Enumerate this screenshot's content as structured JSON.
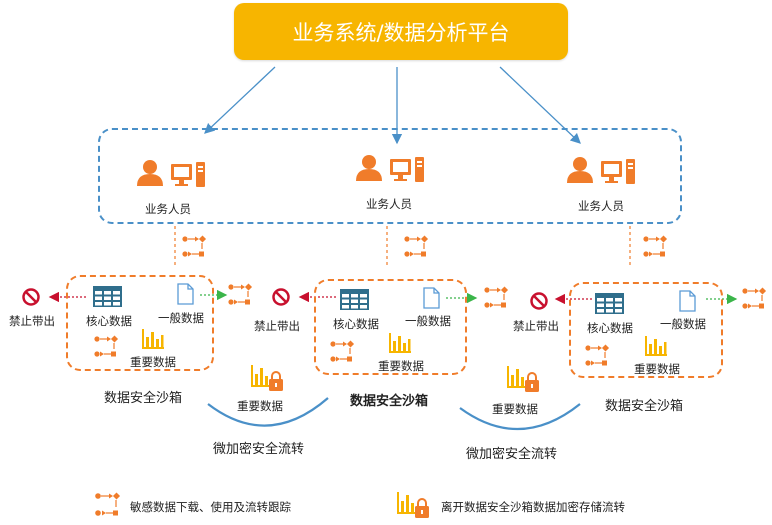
{
  "platform": {
    "title": "业务系统/数据分析平台"
  },
  "users": [
    {
      "label": "业务人员"
    },
    {
      "label": "业务人员"
    },
    {
      "label": "业务人员"
    }
  ],
  "sandboxes": [
    {
      "core": "核心数据",
      "general": "一般数据",
      "important": "重要数据",
      "forbid": "禁止带出",
      "name": "数据安全沙箱"
    },
    {
      "core": "核心数据",
      "general": "一般数据",
      "important": "重要数据",
      "forbid": "禁止带出",
      "name": "数据安全沙箱"
    },
    {
      "core": "核心数据",
      "general": "一般数据",
      "important": "重要数据",
      "forbid": "禁止带出",
      "name": "数据安全沙箱"
    }
  ],
  "transfers": [
    {
      "data_label": "重要数据",
      "flow_label": "微加密安全流转"
    },
    {
      "data_label": "重要数据",
      "flow_label": "微加密安全流转"
    }
  ],
  "legend": {
    "tracking": "敏感数据下载、使用及流转跟踪",
    "encrypted": "离开数据安全沙箱数据加密存储流转"
  },
  "colors": {
    "orange": "#f07c2a",
    "yellow": "#f7b500",
    "blue": "#4a90c8",
    "red": "#c8102e",
    "green": "#3bb54a",
    "table": "#2f6e8c",
    "doc": "#5b9bd5"
  }
}
